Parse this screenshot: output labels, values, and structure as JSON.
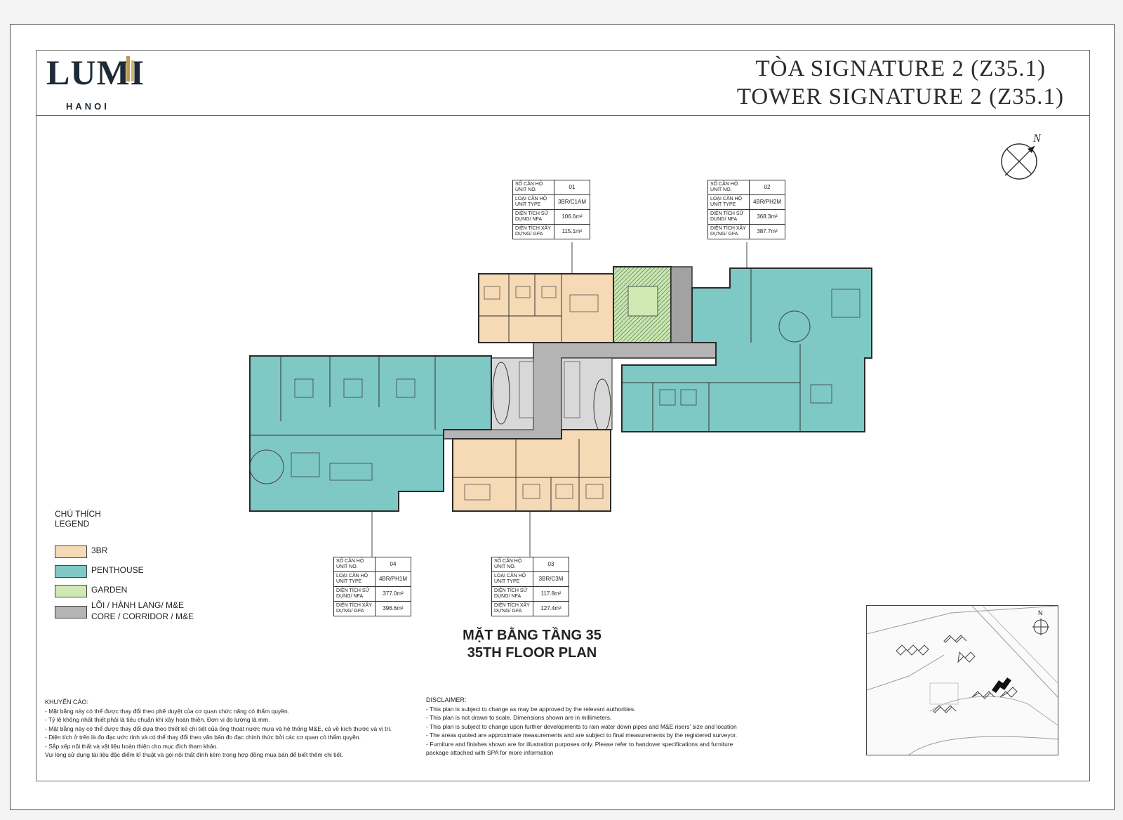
{
  "header": {
    "brand": "LUMI",
    "city": "HANOI",
    "title_vi": "TÒA SIGNATURE 2 (Z35.1)",
    "title_en": "TOWER SIGNATURE 2 (Z35.1)"
  },
  "compass_label": "N",
  "units": [
    {
      "id": "u01",
      "rows": [
        {
          "label": "SỐ CĂN HỘ UNIT NO.",
          "value": "01"
        },
        {
          "label": "LOẠI CĂN HỘ UNIT TYPE",
          "value": "3BR/C1AM"
        },
        {
          "label": "DIỆN TÍCH SỬ DỤNG/ NFA",
          "value": "106.6m²"
        },
        {
          "label": "DIỆN TÍCH XÂY DỰNG/ GFA",
          "value": "115.1m²"
        }
      ]
    },
    {
      "id": "u02",
      "rows": [
        {
          "label": "SỐ CĂN HỘ UNIT NO.",
          "value": "02"
        },
        {
          "label": "LOẠI CĂN HỘ UNIT TYPE",
          "value": "4BR/PH2M"
        },
        {
          "label": "DIỆN TÍCH SỬ DỤNG/ NFA",
          "value": "368.3m²"
        },
        {
          "label": "DIỆN TÍCH XÂY DỰNG/ GFA",
          "value": "387.7m²"
        }
      ]
    },
    {
      "id": "u04",
      "rows": [
        {
          "label": "SỐ CĂN HỘ UNIT NO.",
          "value": "04"
        },
        {
          "label": "LOẠI CĂN HỘ UNIT TYPE",
          "value": "4BR/PH1M"
        },
        {
          "label": "DIỆN TÍCH SỬ DỤNG/ NFA",
          "value": "377.0m²"
        },
        {
          "label": "DIỆN TÍCH XÂY DỰNG/ GFA",
          "value": "396.6m²"
        }
      ]
    },
    {
      "id": "u03",
      "rows": [
        {
          "label": "SỐ CĂN HỘ UNIT NO.",
          "value": "03"
        },
        {
          "label": "LOẠI CĂN HỘ UNIT TYPE",
          "value": "3BR/C3M"
        },
        {
          "label": "DIỆN TÍCH SỬ DỤNG/ NFA",
          "value": "117.8m²"
        },
        {
          "label": "DIỆN TÍCH XÂY DỰNG/ GFA",
          "value": "127.4m²"
        }
      ]
    }
  ],
  "legend": {
    "title_vi": "CHÚ THÍCH",
    "title_en": "LEGEND",
    "items": [
      {
        "label": "3BR",
        "color": "#f6d9b5"
      },
      {
        "label": "PENTHOUSE",
        "color": "#7ec8c6"
      },
      {
        "label": "GARDEN",
        "color": "#cfe8b4"
      },
      {
        "label": "LÕI / HÀNH LANG/ M&E",
        "label2": "CORE / CORRIDOR / M&E",
        "color": "#b4b4b4"
      }
    ]
  },
  "plan_title": {
    "vi": "MẶT BẰNG TẦNG 35",
    "en": "35TH FLOOR PLAN"
  },
  "warning": {
    "title": "KHUYẾN CÁO:",
    "lines": [
      "- Mặt bằng này có thể được thay đổi theo phê duyệt của cơ quan chức năng có thẩm quyền.",
      "- Tỷ lệ không nhất thiết phải là tiêu chuẩn khi xây hoàn thiện. Đơn vị đo lường là mm.",
      "- Mặt bằng này có thể được thay đổi dựa theo thiết kế chi tiết của ống thoát nước mưa và hệ thống M&E, cả về kích thước và vị trí.",
      "- Diện tích ở trên là đo đạc ước tính và có thể thay đổi theo văn bản đo đạc chính thức bởi các cơ quan có thẩm quyền.",
      "- Sắp xếp nội thất và vật liệu hoàn thiện cho mục đích tham khảo.",
      "  Vui lòng sử dụng tài liệu đặc điểm kĩ thuật và gói nội thất  đính kèm trong hợp đồng mua bán để biết thêm chi tiết."
    ]
  },
  "disclaimer": {
    "title": "DISCLAIMER:",
    "lines": [
      "- This plan is subject to change as may be approved by the relevant authorities.",
      "- This plan is not drawn to scale. Dimensions shown are in millimeters.",
      "- This plan is subject to change upon further developments to rain water down pipes and M&E risers' size and location",
      "- The areas quoted are approximate measurements and are subject to final measurements by the registered surveyor.",
      "- Furniture and finishes shown are for illustration purposes only. Please refer to handover specifications and furniture",
      "  package attached with SPA for more information"
    ]
  },
  "colors": {
    "br3": "#f6d9b5",
    "penthouse": "#7ec8c6",
    "garden": "#cfe8b4",
    "core": "#b4b4b4",
    "wall": "#2a2a2a"
  }
}
